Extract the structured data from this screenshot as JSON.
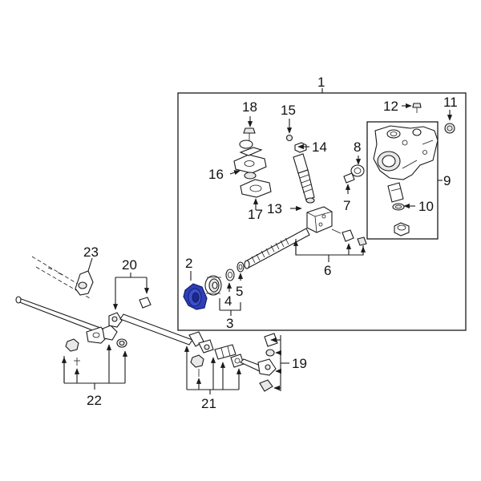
{
  "title": "",
  "colors": {
    "line": "#1a1a1a",
    "background": "#ffffff",
    "highlight": "#2e3fb8",
    "highlight_dark": "#14206e"
  },
  "highlighted_part": "2",
  "labels": {
    "l1": "1",
    "l2": "2",
    "l3": "3",
    "l4": "4",
    "l5": "5",
    "l6": "6",
    "l7": "7",
    "l8": "8",
    "l9": "9",
    "l10": "10",
    "l11": "11",
    "l12": "12",
    "l13": "13",
    "l14": "14",
    "l15": "15",
    "l16": "16",
    "l17": "17",
    "l18": "18",
    "l19": "19",
    "l20": "20",
    "l21": "21",
    "l22": "22",
    "l23": "23"
  }
}
